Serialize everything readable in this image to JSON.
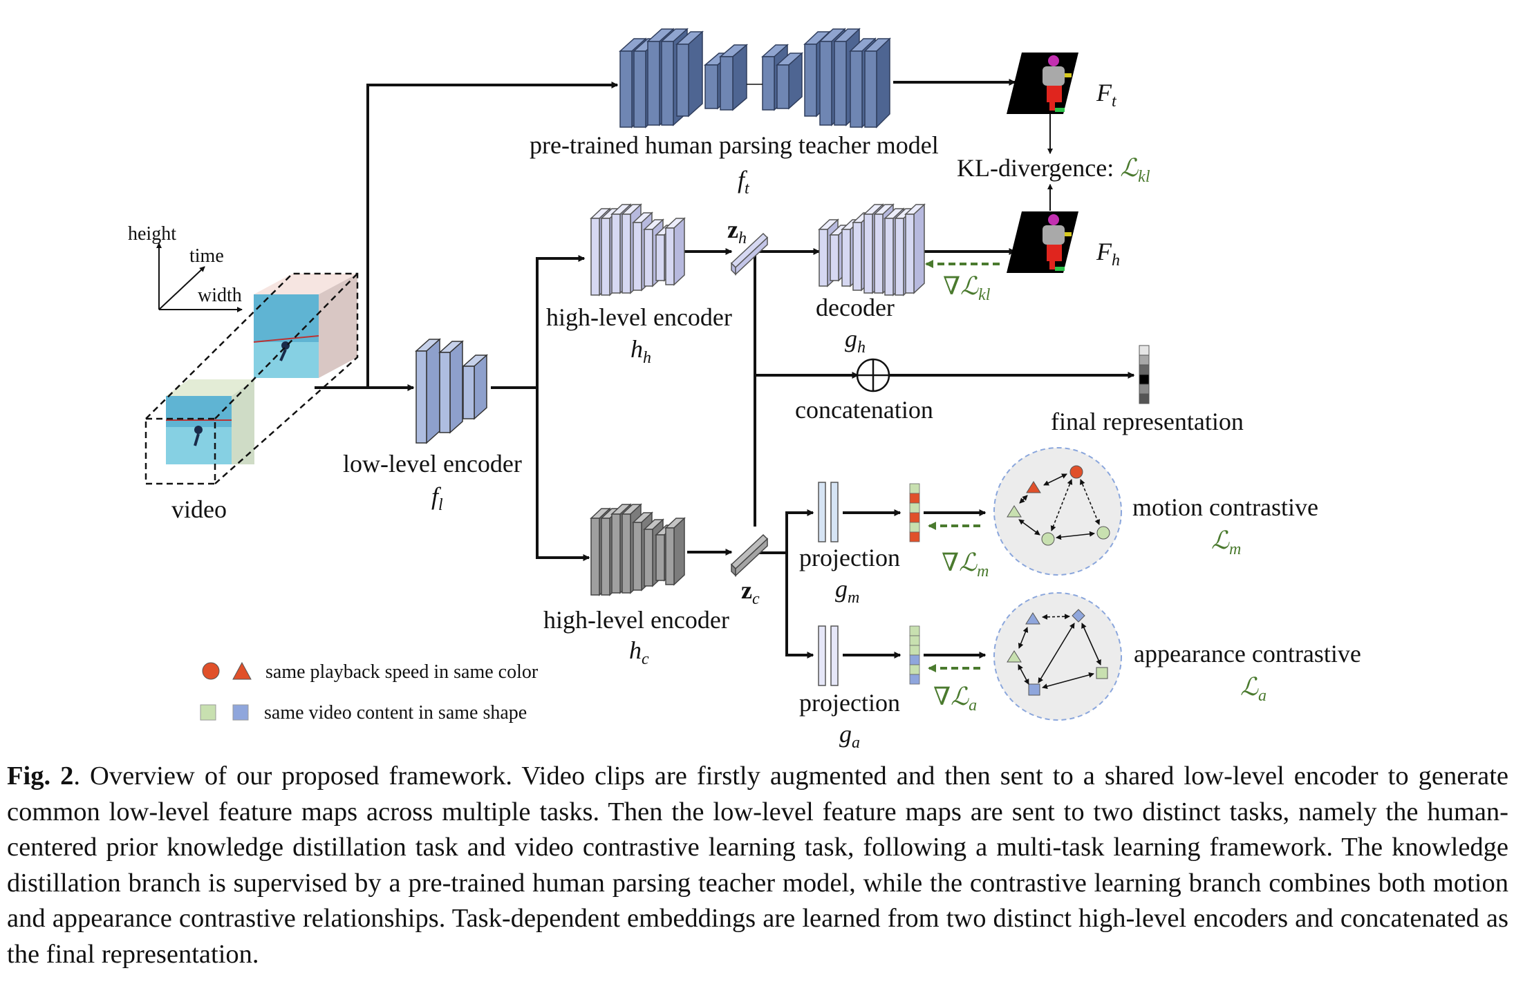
{
  "labels": {
    "teacher": "pre-trained human parsing teacher model",
    "ft": "f",
    "ft_sub": "t",
    "Ft": "F",
    "Ft_sub": "t",
    "Fh": "F",
    "Fh_sub": "h",
    "kl": "KL-divergence: ",
    "kl_loss": "ℒ",
    "kl_loss_sub": "kl",
    "grad_kl": "∇ℒ",
    "grad_kl_sub": "kl",
    "height": "height",
    "time": "time",
    "width": "width",
    "video": "video",
    "low_encoder": "low-level encoder",
    "fl": "f",
    "fl_sub": "l",
    "high_encoder_h": "high-level encoder",
    "hh": "h",
    "hh_sub": "h",
    "zh": "z",
    "zh_sub": "h",
    "decoder": "decoder",
    "gh": "g",
    "gh_sub": "h",
    "concatenation": "concatenation",
    "final_repr": "final representation",
    "high_encoder_c": "high-level encoder",
    "hc": "h",
    "hc_sub": "c",
    "zc": "z",
    "zc_sub": "c",
    "projection_m": "projection",
    "gm": "g",
    "gm_sub": "m",
    "grad_m": "∇ℒ",
    "grad_m_sub": "m",
    "motion": "motion contrastive",
    "Lm": "ℒ",
    "Lm_sub": "m",
    "projection_a": "projection",
    "ga": "g",
    "ga_sub": "a",
    "grad_a": "∇ℒ",
    "grad_a_sub": "a",
    "appearance": "appearance contrastive",
    "La": "ℒ",
    "La_sub": "a",
    "legend_speed": "same playback speed in same color",
    "legend_content": "same video content in same shape"
  },
  "caption": {
    "label": "Fig. 2",
    "text": ". Overview of our proposed framework. Video clips are firstly augmented and then sent to a shared low-level encoder to generate common low-level feature maps across multiple tasks. Then the low-level feature maps are sent to two distinct tasks, namely the human-centered prior knowledge distillation task and video contrastive learning task, following a multi-task learning framework. The knowledge distillation branch is supervised by a pre-trained human parsing teacher model, while the contrastive learning branch combines both motion and appearance contrastive relationships. Task-dependent embeddings are learned from two distinct high-level encoders and concatenated as the final representation."
  },
  "colors": {
    "teacher_blue": "#6f86b3",
    "light_purple": "#d6d8f2",
    "gray_block": "#a0a0a0",
    "low_blue": "#aebde0",
    "loss_green": "#4a7a2e",
    "orange": "#e0502a",
    "light_green": "#c8e0b0",
    "blue_shape": "#8fa6dc"
  }
}
